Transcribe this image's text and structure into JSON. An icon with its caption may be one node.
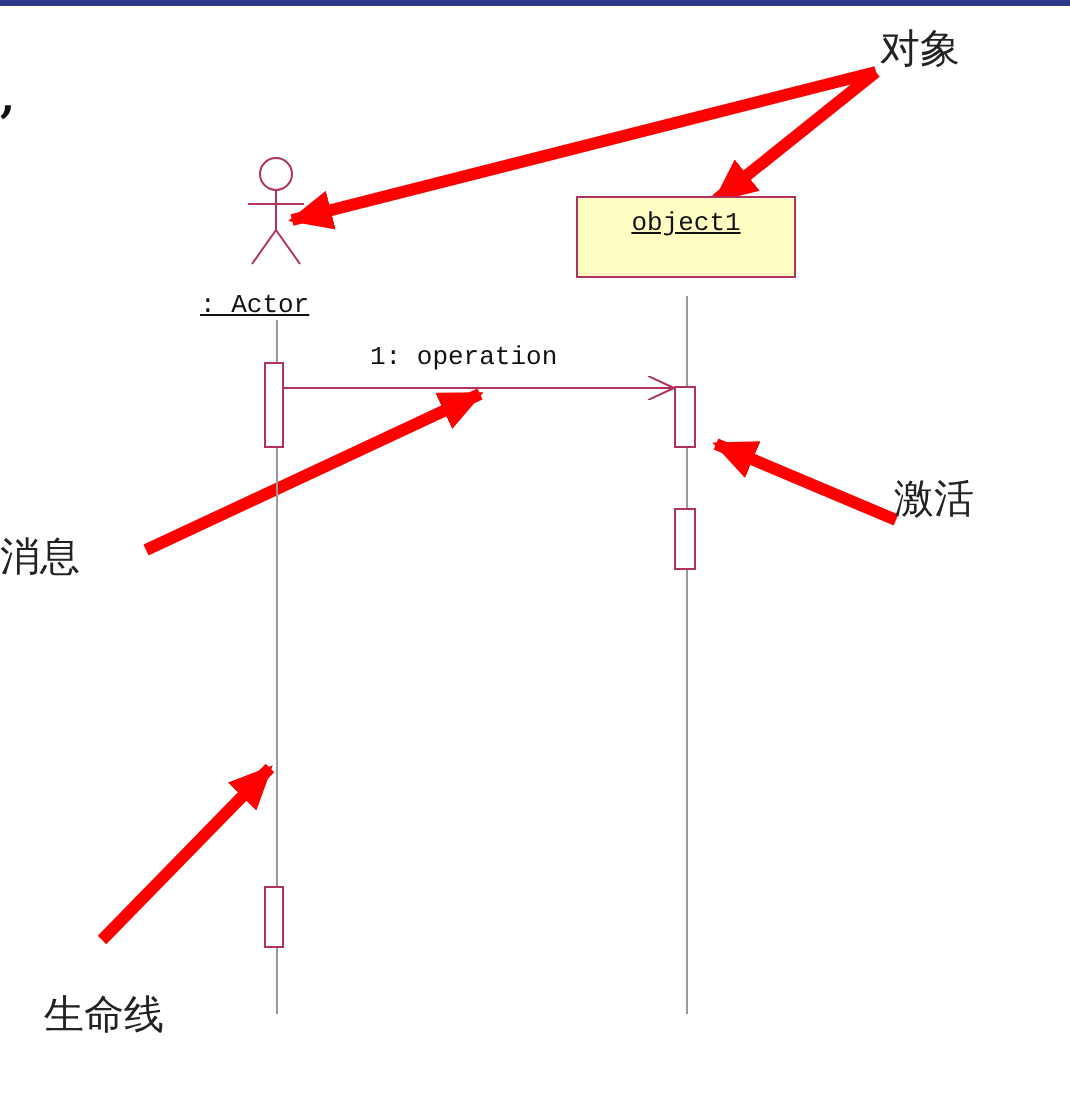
{
  "diagram": {
    "nodes": [
      {
        "text": [
          "对象"
        ]
      },
      {
        "text": [
          ": Actor"
        ]
      },
      {
        "text": [
          "object1"
        ]
      },
      {
        "text": [],
        "shape": "line"
      },
      {
        "text": [],
        "shape": "line"
      },
      {
        "text": [],
        "shape": "box"
      },
      {
        "text": [],
        "shape": "box"
      },
      {
        "text": [
          "消息"
        ]
      },
      {
        "text": [
          "激活"
        ]
      },
      {
        "text": [],
        "shape": "box"
      },
      {
        "text": [
          "生命线"
        ]
      },
      {
        "text": [],
        "shape": "box"
      }
    ],
    "edges": [
      {
        "from": 0,
        "to": 1,
        "arrow": "to"
      },
      {
        "from": 0,
        "to": 2,
        "arrow": "to"
      },
      {
        "from": 5,
        "to": 6,
        "arrow": "to",
        "label": "1: operation",
        "color": "#b03060"
      },
      {
        "from": 7,
        "to": null,
        "arrow": "to"
      },
      {
        "from": 8,
        "to": 6,
        "arrow": "to"
      },
      {
        "from": 10,
        "to": 3,
        "arrow": "to"
      }
    ],
    "labels": [
      ","
    ]
  }
}
